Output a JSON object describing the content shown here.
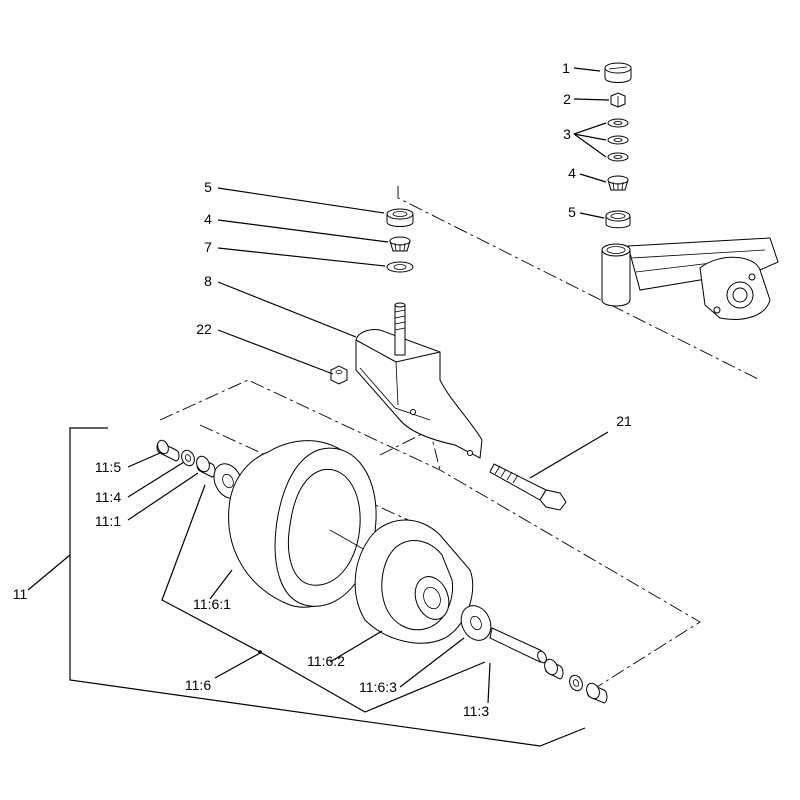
{
  "diagram": {
    "callouts": {
      "c1": "1",
      "c2": "2",
      "c3": "3",
      "c4a": "4",
      "c5a": "5",
      "c5b": "5",
      "c4b": "4",
      "c7": "7",
      "c8": "8",
      "c22": "22",
      "c21": "21",
      "c11_5": "11:5",
      "c11_4": "11:4",
      "c11_1": "11:1",
      "c11": "11",
      "c11_6_1": "11:6:1",
      "c11_6": "11:6",
      "c11_6_2": "11:6:2",
      "c11_6_3": "11:6:3",
      "c11_3": "11:3"
    }
  }
}
